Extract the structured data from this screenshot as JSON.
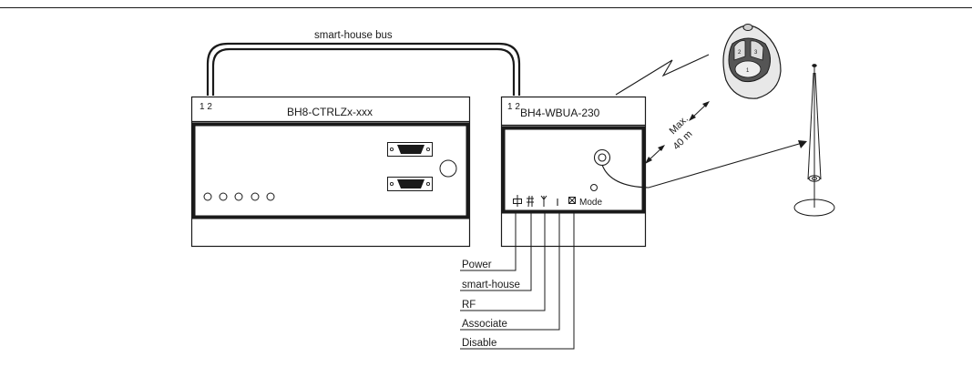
{
  "bus": {
    "label": "smart-house bus"
  },
  "controller": {
    "terminals": "1 2",
    "model": "BH8-CTRLZx-xxx"
  },
  "receiver": {
    "terminals": "1 2",
    "model": "BH4-WBUA-230",
    "mode_label": "Mode",
    "terminal_symbols": [
      "power-symbol",
      "bus-symbol",
      "antenna-symbol",
      "switch-symbol",
      "cross-box-symbol"
    ]
  },
  "remote": {
    "buttons": [
      "1",
      "2",
      "3"
    ]
  },
  "range": {
    "max_label": "Max.",
    "distance_label": "40 m"
  },
  "callouts": [
    "Power",
    "smart-house",
    "RF",
    "Associate",
    "Disable"
  ]
}
